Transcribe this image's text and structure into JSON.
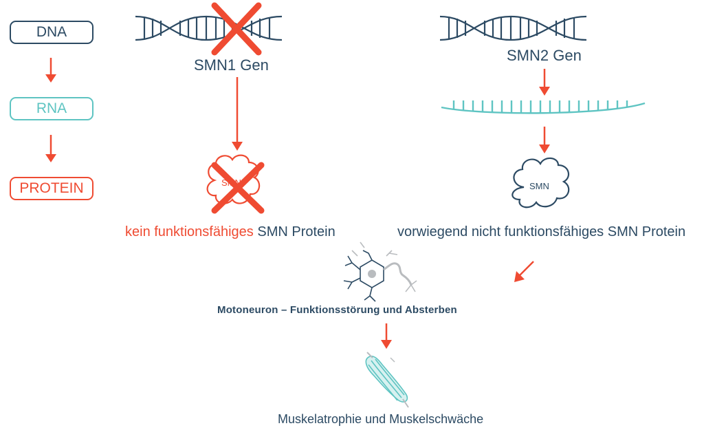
{
  "colors": {
    "navy": "#2c4a63",
    "teal": "#5ec4c2",
    "red": "#ef4b32",
    "gray": "#b9bcbf"
  },
  "legend": {
    "dna": "DNA",
    "rna": "RNA",
    "protein": "PROTEIN"
  },
  "smn1": {
    "gene_label": "SMN1 Gen",
    "protein_label": "SMN",
    "outcome_highlight": "kein funktionsfähiges",
    "outcome_rest": " SMN Protein"
  },
  "smn2": {
    "gene_label": "SMN2 Gen",
    "protein_label": "SMN",
    "outcome": "vorwiegend nicht funktionsfähiges SMN Protein"
  },
  "motoneuron": {
    "label": "Motoneuron – Funktionsstörung und Absterben"
  },
  "muscle": {
    "label": "Muskelatrophie und Muskelschwäche"
  }
}
